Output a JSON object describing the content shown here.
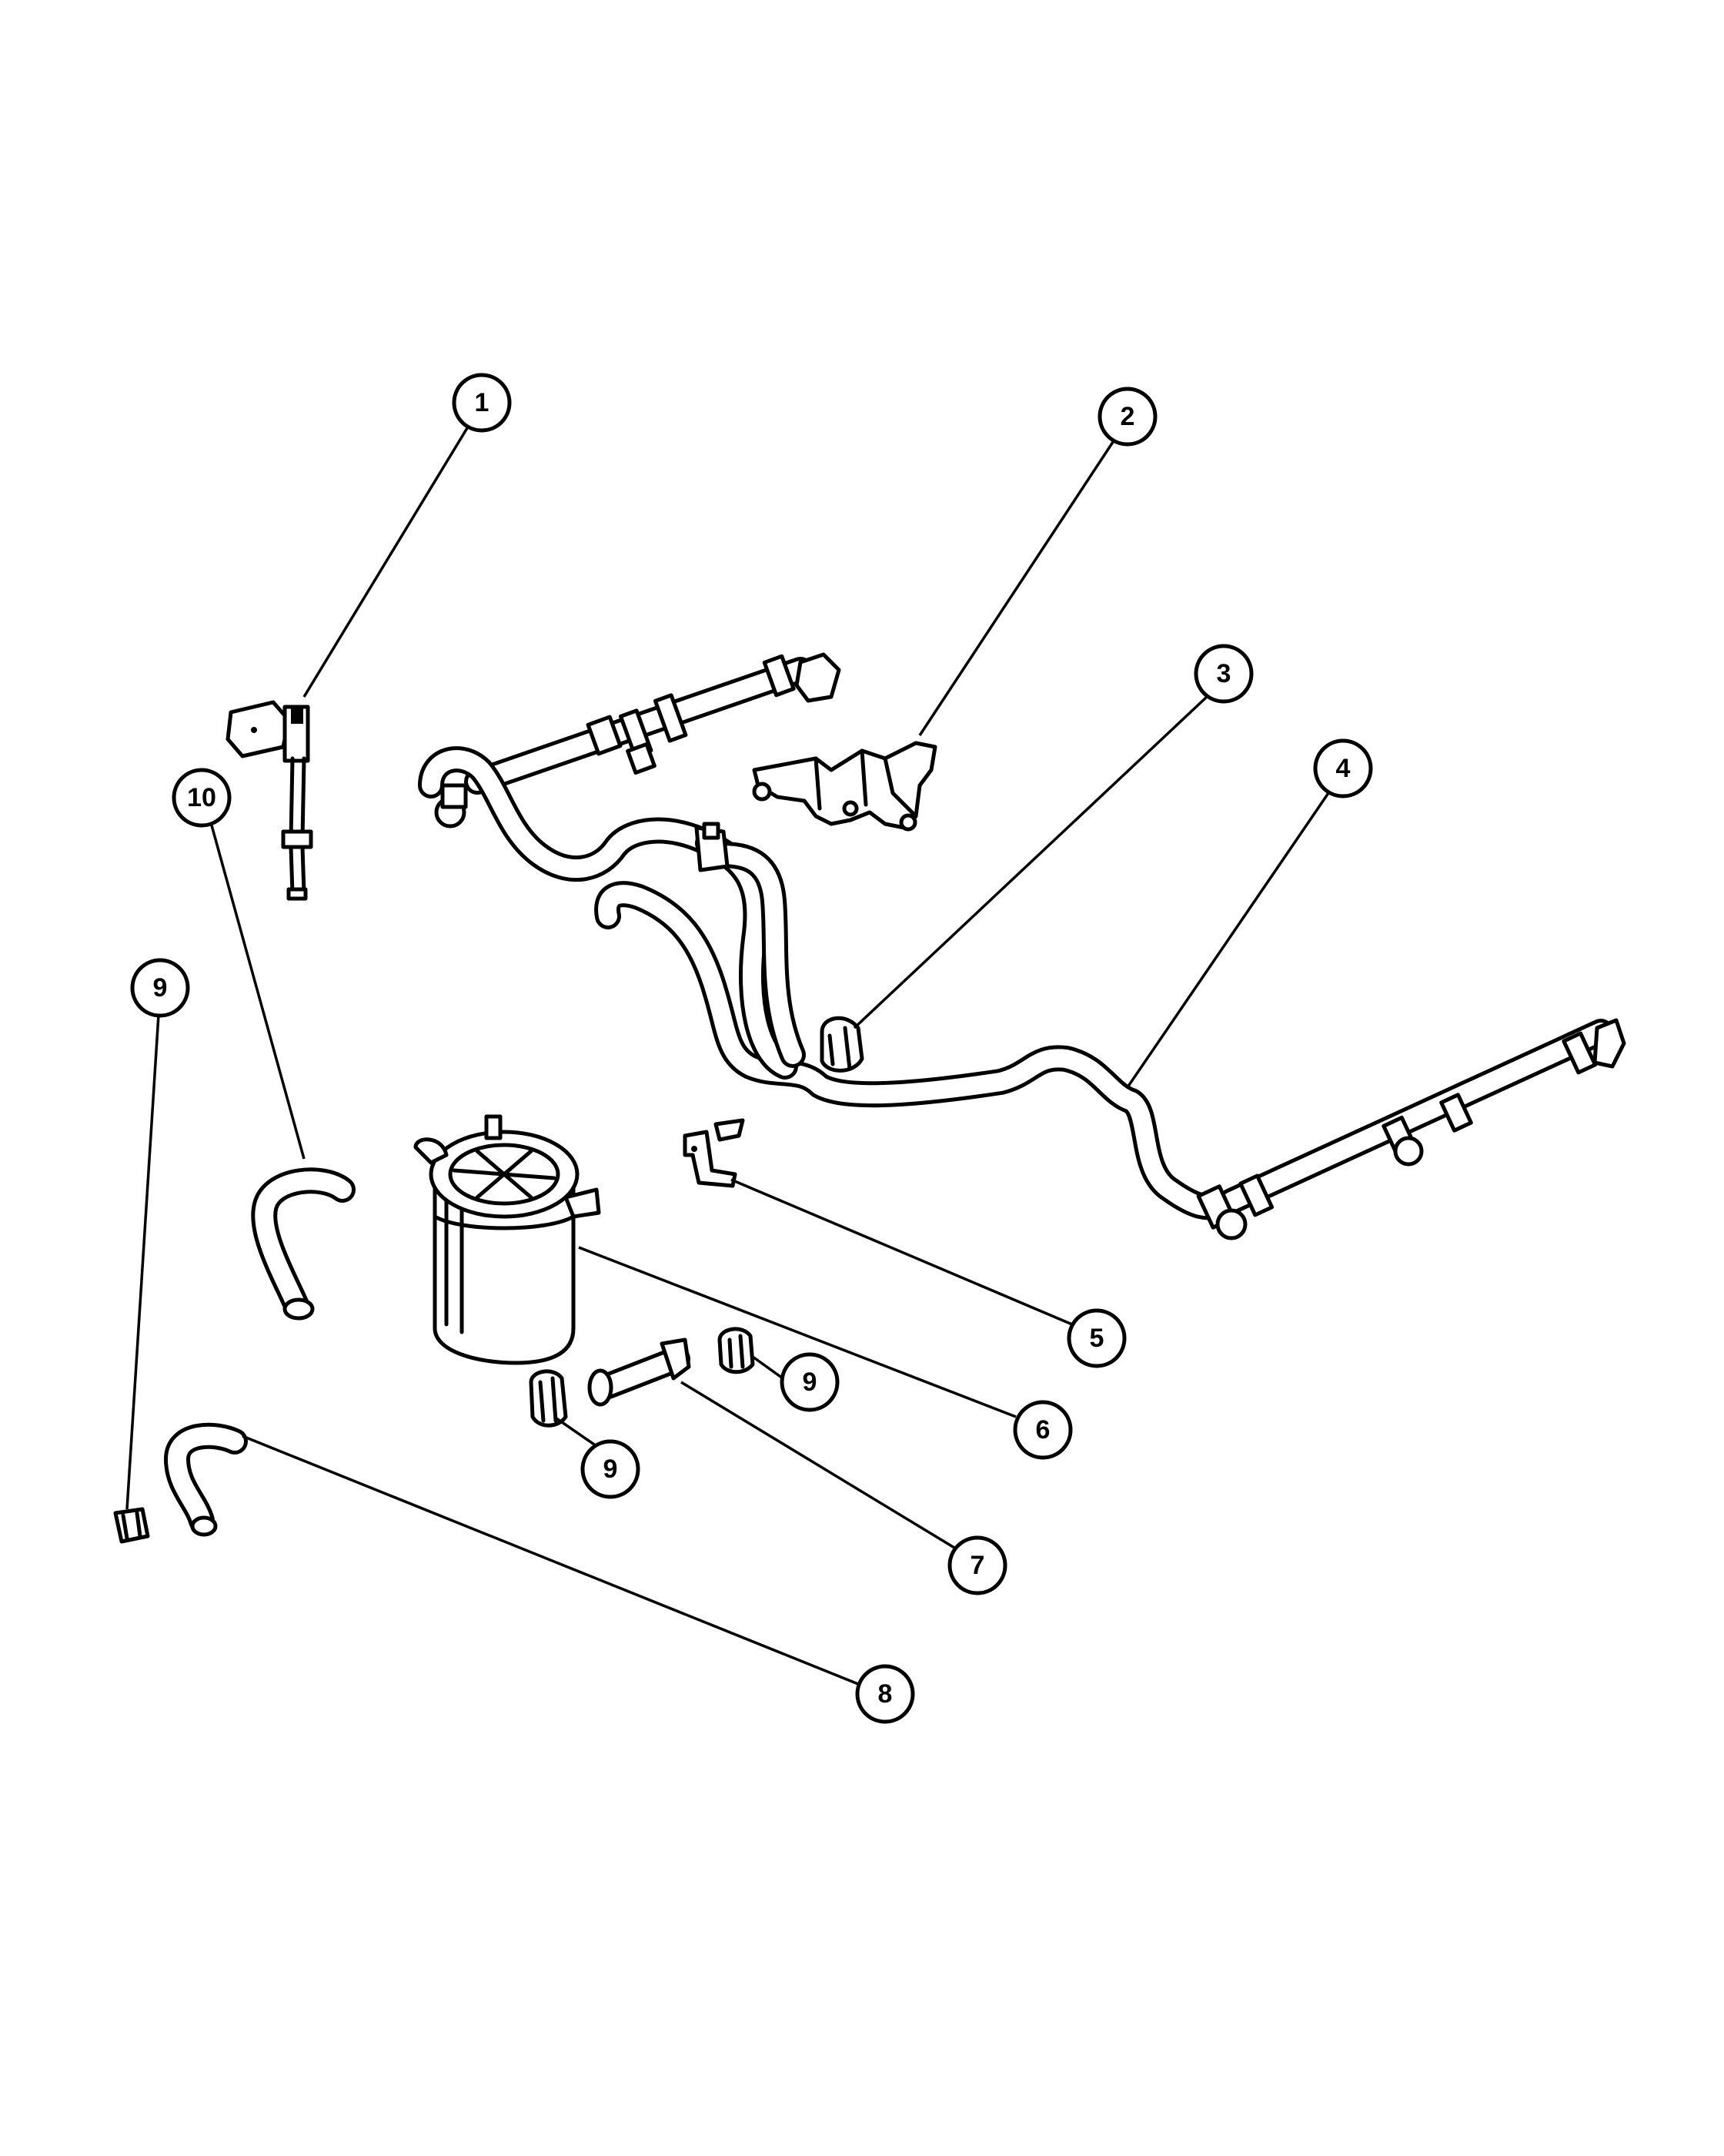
{
  "callouts": [
    {
      "id": "c1",
      "label": "1"
    },
    {
      "id": "c2",
      "label": "2"
    },
    {
      "id": "c3",
      "label": "3"
    },
    {
      "id": "c4",
      "label": "4"
    },
    {
      "id": "c5",
      "label": "5"
    },
    {
      "id": "c6",
      "label": "6"
    },
    {
      "id": "c7",
      "label": "7"
    },
    {
      "id": "c8",
      "label": "8"
    },
    {
      "id": "c9a",
      "label": "9"
    },
    {
      "id": "c9b",
      "label": "9"
    },
    {
      "id": "c9c",
      "label": "9"
    },
    {
      "id": "c10",
      "label": "10"
    }
  ]
}
